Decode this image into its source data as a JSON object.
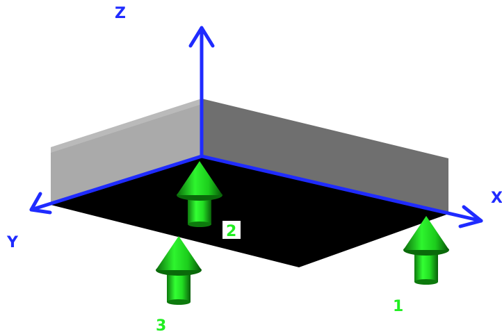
{
  "colors": {
    "axis": "#1f2bff",
    "box_top_shade": "#c8c8c8",
    "box_left_face": "#a9a9a9",
    "box_right_face": "#6e6e6e",
    "bottom_face": "#000000",
    "arrow_green": "#22cc22",
    "arrow_dark": "#0a6a0a",
    "label_green": "#22ee22"
  },
  "axes": {
    "z_label": "Z",
    "x_label": "X",
    "y_label": "Y"
  },
  "supports": [
    {
      "id": "1",
      "label": "1"
    },
    {
      "id": "2",
      "label": "2"
    },
    {
      "id": "3",
      "label": "3"
    }
  ],
  "icons": {
    "support_marker": "up-arrow-icon"
  }
}
